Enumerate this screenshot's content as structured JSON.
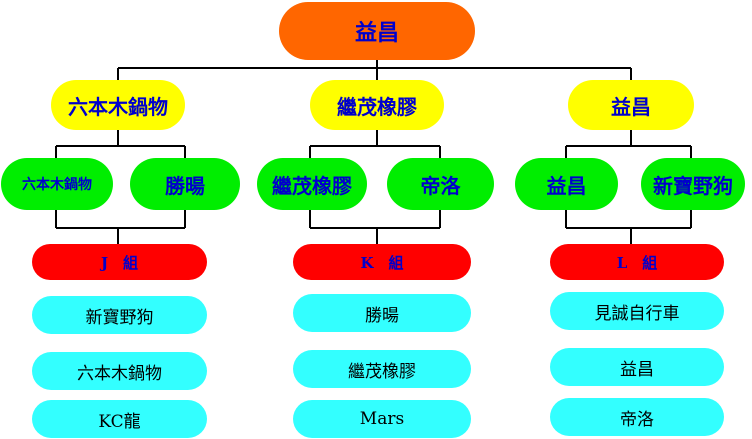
{
  "root": {
    "label": "益昌"
  },
  "branches": [
    {
      "label": "六本木鍋物",
      "pair": [
        "六本木鍋物",
        "勝暘"
      ],
      "group": "J　組",
      "teams": [
        "新寶野狗",
        "六本木鍋物",
        "KC龍"
      ]
    },
    {
      "label": "繼茂橡膠",
      "pair": [
        "繼茂橡膠",
        "帝洛"
      ],
      "group": "K　組",
      "teams": [
        "勝暘",
        "繼茂橡膠",
        "Mars"
      ]
    },
    {
      "label": "益昌",
      "pair": [
        "益昌",
        "新寶野狗"
      ],
      "group": "L　組",
      "teams": [
        "見誠自行車",
        "益昌",
        "帝洛"
      ]
    }
  ],
  "colors": {
    "root": "#ff6600",
    "level1": "#ffff00",
    "level2": "#00ee00",
    "group": "#ff0000",
    "team": "#33ffff",
    "label": "#0000cc",
    "connector": "#000000"
  }
}
